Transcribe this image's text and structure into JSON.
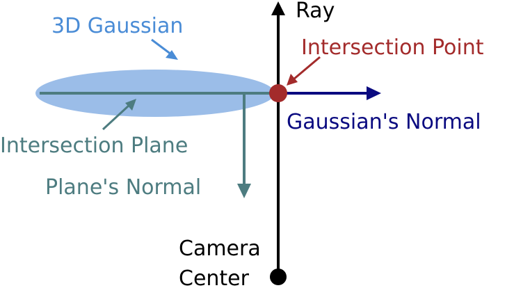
{
  "labels": {
    "gaussian": "3D Gaussian",
    "ray": "Ray",
    "intersection_point": "Intersection Point",
    "gaussians_normal": "Gaussian's Normal",
    "intersection_plane": "Intersection Plane",
    "planes_normal": "Plane's Normal",
    "camera_line1": "Camera",
    "camera_line2": "Center"
  },
  "colors": {
    "gaussian_fill": "#9bbde8",
    "gaussian_text": "#4a8cd6",
    "plane": "#4d7c80",
    "ray": "#000000",
    "intersection": "#a32b2b",
    "normal": "#0a0a80"
  }
}
